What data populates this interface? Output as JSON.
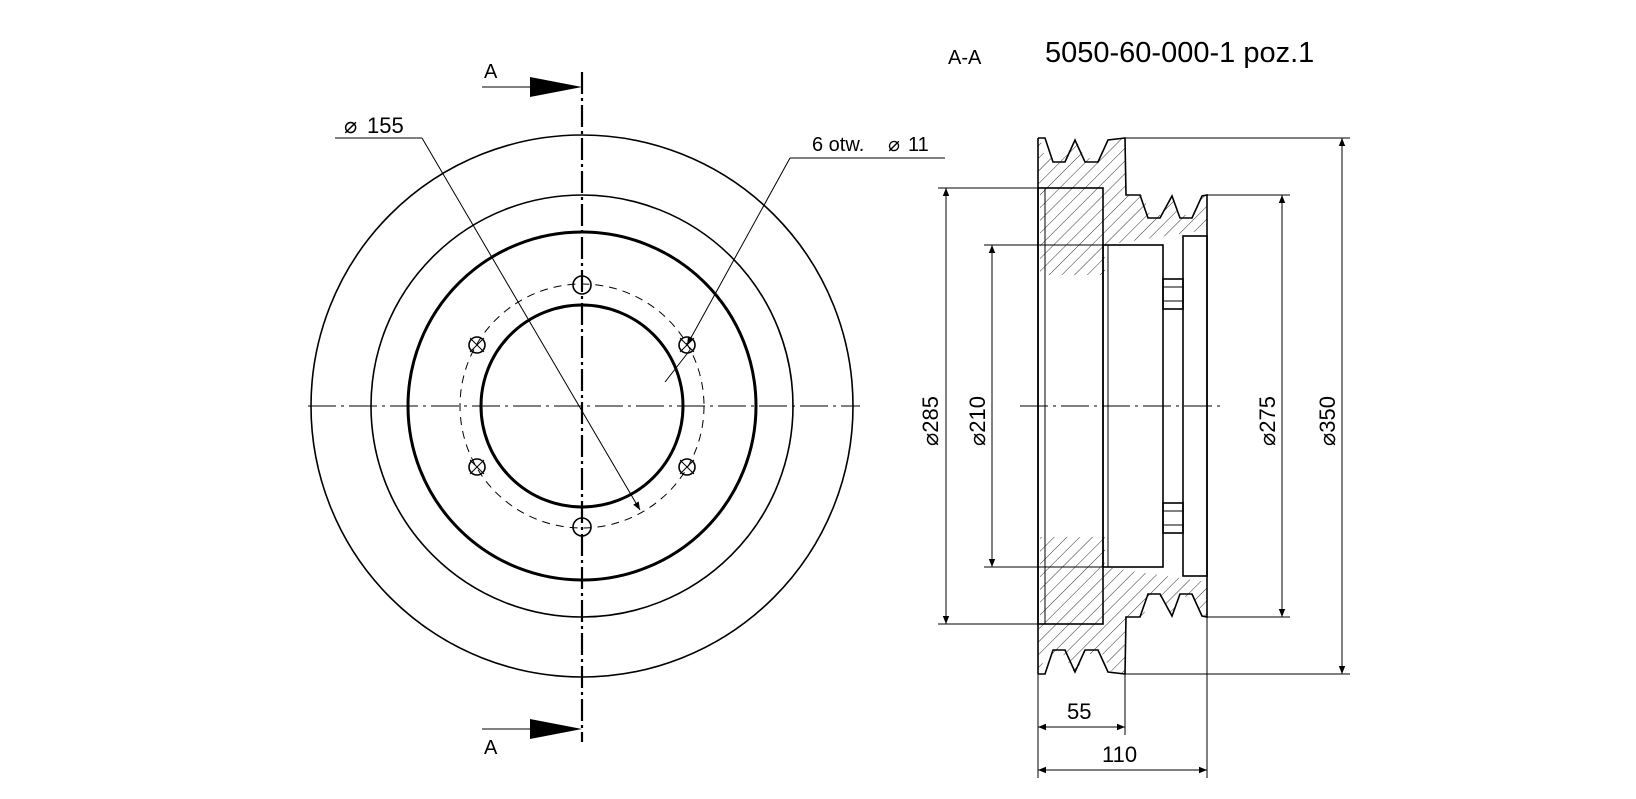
{
  "title": {
    "section_label": "A-A",
    "part_number": "5050-60-000-1 poz.1"
  },
  "front_view": {
    "cut_label_top": "A",
    "cut_label_bottom": "A",
    "dim_bolt_circle": "155",
    "holes_label": "6 otw.",
    "hole_diameter": "11"
  },
  "section_view": {
    "dim_flange": "285",
    "dim_bore": "210",
    "dim_inner_groove": "275",
    "dim_outer": "350",
    "dim_width_half": "55",
    "dim_width_total": "110"
  },
  "symbols": {
    "diameter": "⌀"
  }
}
